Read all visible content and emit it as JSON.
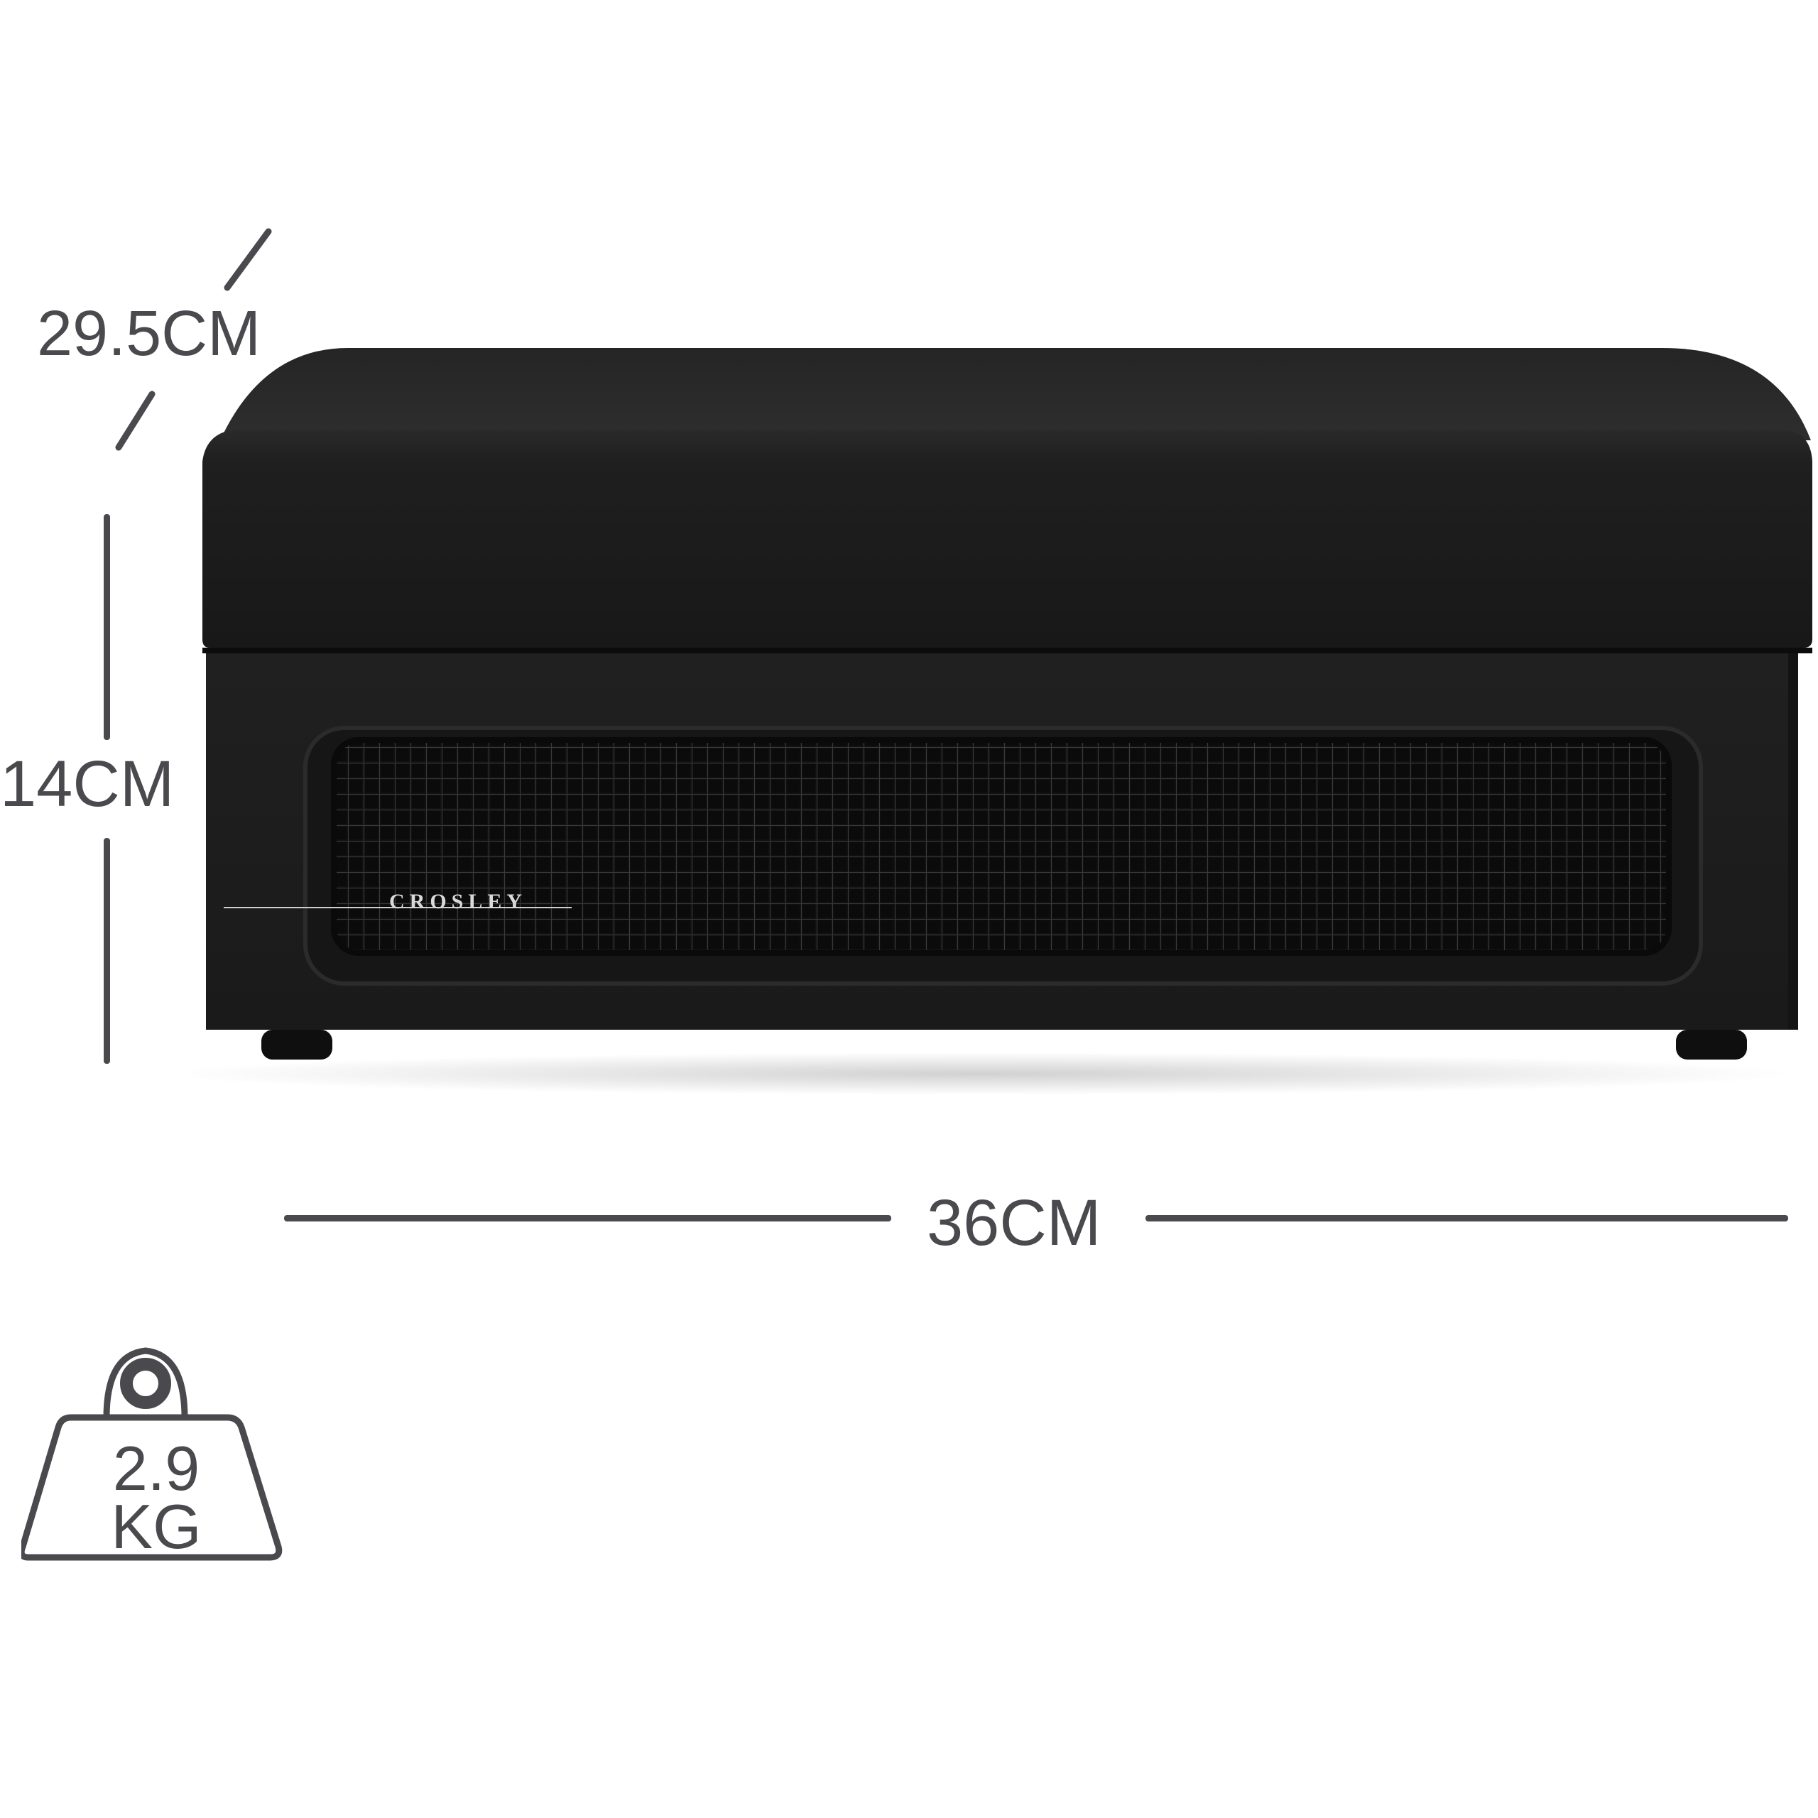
{
  "dimensions": {
    "depth": "29.5CM",
    "height": "14CM",
    "width": "36CM"
  },
  "weight": {
    "value": "2.9",
    "unit": "KG",
    "icon": "weight-icon"
  },
  "product": {
    "brand": "CROSLEY",
    "color": "#1c1c1c"
  },
  "colors": {
    "text": "#4a4a4e",
    "background": "#ffffff"
  }
}
